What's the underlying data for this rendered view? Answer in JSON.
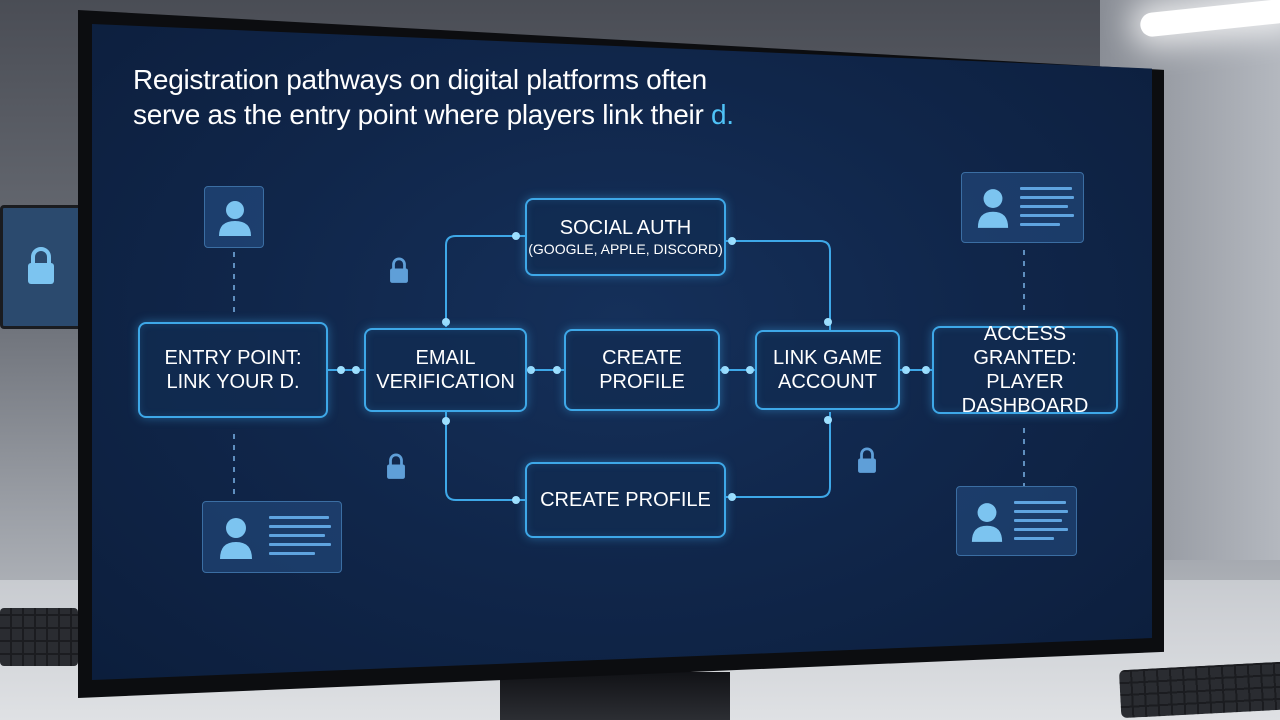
{
  "headline": {
    "line1": "Registration pathways on digital platforms often",
    "line2": "serve as the entry point where players link their ",
    "line2_tail": "d."
  },
  "flow": {
    "entry": {
      "line1": "ENTRY POINT:",
      "line2": "LINK YOUR D."
    },
    "email": {
      "line1": "EMAIL",
      "line2": "VERIFICATION"
    },
    "create_profile_center": {
      "line1": "CREATE",
      "line2": "PROFILE"
    },
    "link_game": {
      "line1": "LINK GAME",
      "line2": "ACCOUNT"
    },
    "access": {
      "line1": "ACCESS GRANTED:",
      "line2": "PLAYER DASHBOARD"
    },
    "social": {
      "line1": "SOCIAL AUTH",
      "line2": "(GOOGLE, APPLE, DISCORD)"
    },
    "create_profile_bottom": {
      "label": "CREATE PROFILE"
    }
  },
  "icons": [
    "user-icon",
    "lock-icon",
    "profile-card-icon"
  ],
  "colors": {
    "screen_bg": "#10264a",
    "accent": "#3ea8e8",
    "highlight_text": "#4fc3f7",
    "icon_fill": "#7cc4f0"
  }
}
